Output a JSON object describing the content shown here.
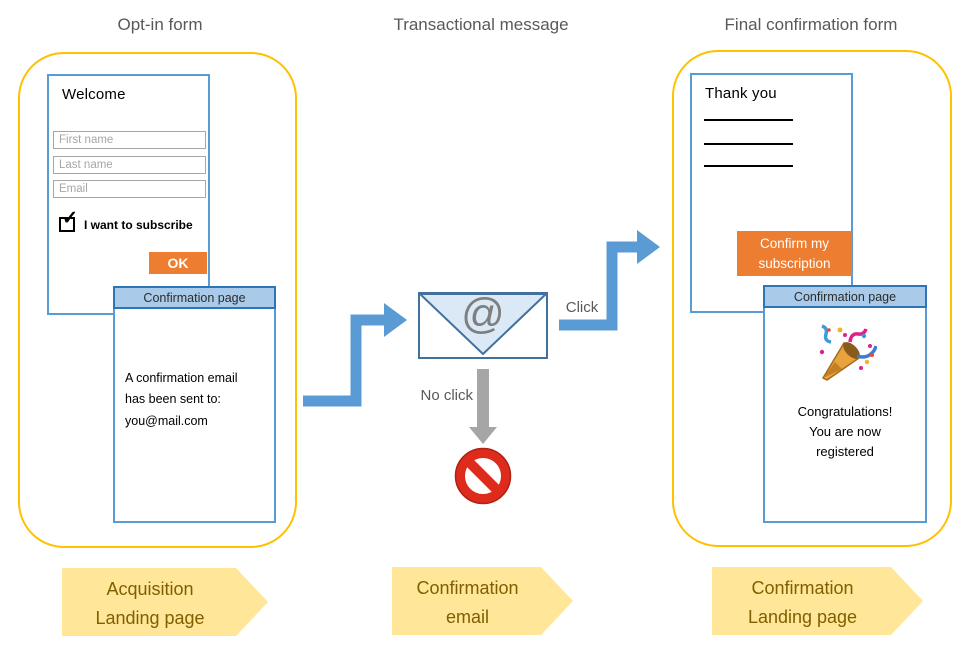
{
  "titles": {
    "left": "Opt-in form",
    "middle": "Transactional message",
    "right": "Final confirmation form"
  },
  "optin_form": {
    "heading": "Welcome",
    "fields": [
      {
        "placeholder": "First name"
      },
      {
        "placeholder": "Last name"
      },
      {
        "placeholder": "Email"
      }
    ],
    "checkbox": {
      "checked": true,
      "check_glyph": "✓",
      "label": "I want to subscribe"
    },
    "ok_label": "OK"
  },
  "optin_confirmation": {
    "title": "Confirmation page",
    "body": "A confirmation email\nhas been sent to:\nyou@mail.com"
  },
  "email_step": {
    "at_symbol": "@",
    "click_label": "Click",
    "no_click_label": "No click",
    "icons": {
      "envelope": "envelope-at-icon",
      "blocked": "no-entry-icon"
    }
  },
  "final_form": {
    "heading": "Thank you",
    "confirm_label": "Confirm my\nsubscription"
  },
  "final_confirmation": {
    "title": "Confirmation page",
    "icon": "party-popper-icon",
    "body": "Congratulations!\nYou are now\nregistered"
  },
  "banners": [
    {
      "label": "Acquisition\nLanding page"
    },
    {
      "label": "Confirmation\nemail"
    },
    {
      "label": "Confirmation\nLanding page"
    }
  ],
  "colors": {
    "accent_blue": "#5B9BD5",
    "dark_blue": "#2E75B6",
    "envelope_border": "#41719C",
    "envelope_flap": "#DBE8F6",
    "header_fill": "#A9CBE9",
    "container_yellow": "#FFC000",
    "banner_fill": "#FFE699",
    "banner_text": "#7F6000",
    "button_orange": "#ED7D31",
    "gray_arrow": "#A6A6A6",
    "title_gray": "#595959",
    "no_entry_red": "#DF2B1C"
  }
}
